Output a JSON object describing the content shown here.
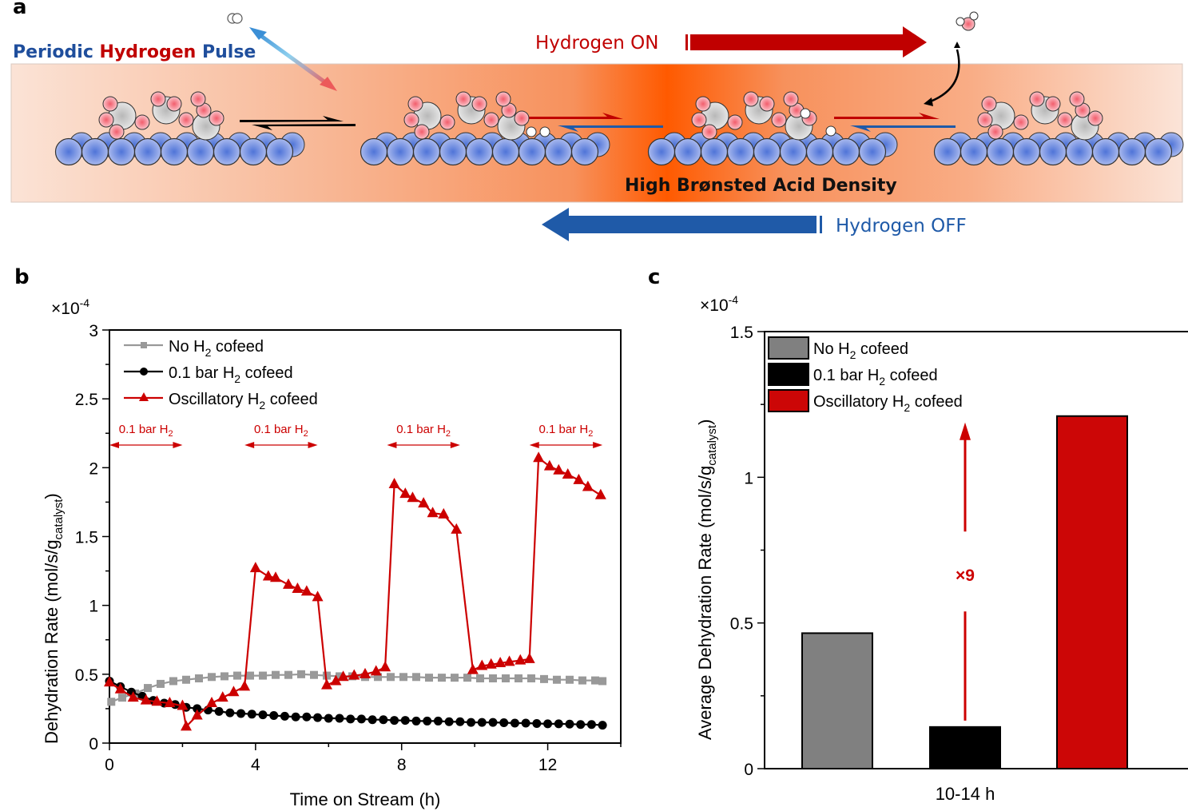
{
  "panel_a": {
    "label": "a",
    "title_parts": [
      {
        "text": "Periodic ",
        "color": "#1f4e9c"
      },
      {
        "text": "Hydrogen",
        "color": "#c00000"
      },
      {
        "text": " Pulse",
        "color": "#1f4e9c"
      }
    ],
    "hydrogen_on": "Hydrogen ON",
    "hydrogen_off": "Hydrogen OFF",
    "band_label": "High Brønsted Acid Density",
    "colors": {
      "on": "#c00000",
      "off": "#1f5aa8",
      "band_peak": "#ff5a00",
      "band_edge": "#fbe3d6"
    }
  },
  "chart_data": [
    {
      "panel": "b",
      "type": "line",
      "title": "",
      "xlabel": "Time on Stream (h)",
      "ylabel": "Dehydration Rate (mol/s/g",
      "ylabel_sub": "catalyst",
      "ylabel_end": ")",
      "multiplier": "×10",
      "multiplier_exp": "-4",
      "xlim": [
        0,
        14
      ],
      "ylim": [
        0,
        3
      ],
      "xticks": [
        0,
        4,
        8,
        12
      ],
      "yticks": [
        0,
        0.5,
        1,
        1.5,
        2,
        2.5,
        3
      ],
      "ytick_labels": [
        "0",
        "0.5",
        "1",
        "1.5",
        "2",
        "2.5",
        "3"
      ],
      "grid": false,
      "legend_position": "top-left",
      "annotations": [
        {
          "text": "0.1 bar H",
          "sub": "2",
          "x_start": 0,
          "x_end": 2
        },
        {
          "text": "0.1 bar H",
          "sub": "2",
          "x_start": 3.7,
          "x_end": 5.7
        },
        {
          "text": "0.1 bar H",
          "sub": "2",
          "x_start": 7.6,
          "x_end": 9.6
        },
        {
          "text": "0.1 bar H",
          "sub": "2",
          "x_start": 11.5,
          "x_end": 13.5
        }
      ],
      "series": [
        {
          "name": "No H",
          "name_sub": "2",
          "name_end": " cofeed",
          "color": "#999999",
          "marker": "square",
          "x": [
            0.05,
            0.35,
            0.7,
            1.05,
            1.4,
            1.75,
            2.1,
            2.45,
            2.8,
            3.15,
            3.5,
            3.85,
            4.2,
            4.55,
            4.9,
            5.25,
            5.6,
            5.95,
            6.3,
            6.65,
            7.0,
            7.35,
            7.7,
            8.05,
            8.4,
            8.75,
            9.1,
            9.45,
            9.8,
            10.15,
            10.5,
            10.85,
            11.2,
            11.55,
            11.9,
            12.25,
            12.6,
            12.95,
            13.3,
            13.5
          ],
          "y": [
            0.3,
            0.33,
            0.36,
            0.4,
            0.43,
            0.45,
            0.46,
            0.47,
            0.48,
            0.485,
            0.49,
            0.49,
            0.49,
            0.495,
            0.495,
            0.5,
            0.495,
            0.49,
            0.485,
            0.485,
            0.48,
            0.48,
            0.48,
            0.48,
            0.48,
            0.475,
            0.475,
            0.475,
            0.475,
            0.47,
            0.47,
            0.47,
            0.47,
            0.47,
            0.465,
            0.46,
            0.46,
            0.455,
            0.455,
            0.45
          ]
        },
        {
          "name": "0.1 bar H",
          "name_sub": "2",
          "name_end": " cofeed",
          "color": "#000000",
          "marker": "circle",
          "x": [
            0.0,
            0.3,
            0.6,
            0.9,
            1.2,
            1.5,
            1.8,
            2.1,
            2.4,
            2.7,
            3.0,
            3.3,
            3.6,
            3.9,
            4.2,
            4.5,
            4.8,
            5.1,
            5.4,
            5.7,
            6.0,
            6.3,
            6.6,
            6.9,
            7.2,
            7.5,
            7.8,
            8.1,
            8.4,
            8.7,
            9.0,
            9.3,
            9.6,
            9.9,
            10.2,
            10.5,
            10.8,
            11.1,
            11.4,
            11.7,
            12.0,
            12.3,
            12.6,
            12.9,
            13.2,
            13.5
          ],
          "y": [
            0.45,
            0.41,
            0.37,
            0.34,
            0.31,
            0.29,
            0.28,
            0.26,
            0.25,
            0.24,
            0.23,
            0.22,
            0.215,
            0.21,
            0.205,
            0.2,
            0.195,
            0.19,
            0.19,
            0.185,
            0.18,
            0.18,
            0.175,
            0.175,
            0.17,
            0.17,
            0.165,
            0.165,
            0.16,
            0.16,
            0.16,
            0.155,
            0.155,
            0.15,
            0.15,
            0.15,
            0.148,
            0.145,
            0.145,
            0.142,
            0.14,
            0.14,
            0.138,
            0.135,
            0.135,
            0.13
          ]
        },
        {
          "name": "Oscillatory H",
          "name_sub": "2",
          "name_end": " cofeed",
          "color": "#cc0000",
          "marker": "triangle",
          "x": [
            0.0,
            0.3,
            0.65,
            1.0,
            1.3,
            1.65,
            2.0,
            2.1,
            2.4,
            2.8,
            3.1,
            3.4,
            3.7,
            4.0,
            4.35,
            4.55,
            4.9,
            5.15,
            5.4,
            5.7,
            5.95,
            6.2,
            6.4,
            6.7,
            7.0,
            7.3,
            7.55,
            7.8,
            8.1,
            8.3,
            8.6,
            8.85,
            9.15,
            9.5,
            9.95,
            10.2,
            10.45,
            10.7,
            10.95,
            11.25,
            11.5,
            11.75,
            12.05,
            12.3,
            12.55,
            12.85,
            13.1,
            13.45
          ],
          "y": [
            0.44,
            0.39,
            0.33,
            0.31,
            0.3,
            0.29,
            0.27,
            0.12,
            0.2,
            0.29,
            0.33,
            0.37,
            0.41,
            1.27,
            1.21,
            1.2,
            1.15,
            1.12,
            1.1,
            1.06,
            0.42,
            0.45,
            0.48,
            0.49,
            0.5,
            0.52,
            0.55,
            1.88,
            1.81,
            1.78,
            1.74,
            1.67,
            1.66,
            1.55,
            0.53,
            0.56,
            0.57,
            0.58,
            0.59,
            0.6,
            0.61,
            2.07,
            2.01,
            1.98,
            1.95,
            1.91,
            1.86,
            1.8
          ]
        }
      ]
    },
    {
      "panel": "c",
      "type": "bar",
      "title": "",
      "xlabel": "",
      "categories": [
        "10-14 h"
      ],
      "ylabel": "Average Dehydration Rate (mol/s/g",
      "ylabel_sub": "catalyst",
      "ylabel_end": ")",
      "multiplier": "×10",
      "multiplier_exp": "-4",
      "ylim": [
        0,
        1.5
      ],
      "yticks": [
        0,
        0.5,
        1,
        1.5
      ],
      "ytick_labels": [
        "0",
        "0.5",
        "1",
        "1.5"
      ],
      "grid": false,
      "legend_position": "top-left",
      "annotation": {
        "text": "×9",
        "from_series": 1,
        "to_series": 2
      },
      "series": [
        {
          "name": "No H",
          "name_sub": "2",
          "name_end": " cofeed",
          "color": "#808080",
          "values": [
            0.465
          ]
        },
        {
          "name": "0.1 bar H",
          "name_sub": "2",
          "name_end": " cofeed",
          "color": "#000000",
          "values": [
            0.143
          ]
        },
        {
          "name": "Oscillatory H",
          "name_sub": "2",
          "name_end": " cofeed",
          "color": "#cc0606",
          "values": [
            1.21
          ]
        }
      ]
    }
  ],
  "labels": {
    "b": "b",
    "c": "c"
  }
}
